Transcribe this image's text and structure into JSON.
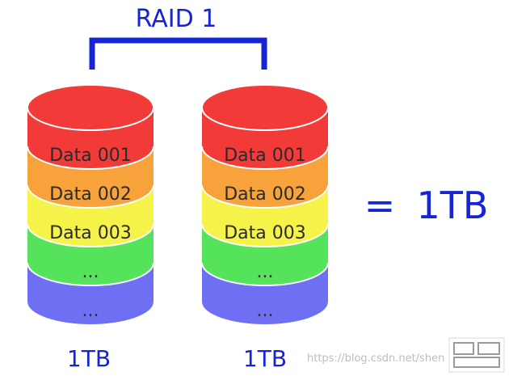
{
  "title": "RAID 1",
  "disks": [
    {
      "segments": [
        {
          "label": "Data 001",
          "color": "#f23b38"
        },
        {
          "label": "Data 002",
          "color": "#f7a23a"
        },
        {
          "label": "Data 003",
          "color": "#f5f24a"
        },
        {
          "label": "...",
          "color": "#55e35b"
        },
        {
          "label": "...",
          "color": "#6e6ff3"
        }
      ],
      "capacity": "1TB"
    },
    {
      "segments": [
        {
          "label": "Data 001",
          "color": "#f23b38"
        },
        {
          "label": "Data 002",
          "color": "#f7a23a"
        },
        {
          "label": "Data 003",
          "color": "#f5f24a"
        },
        {
          "label": "...",
          "color": "#55e35b"
        },
        {
          "label": "...",
          "color": "#6e6ff3"
        }
      ],
      "capacity": "1TB"
    }
  ],
  "equals_sign": "=",
  "result": "1TB",
  "watermark": "https://blog.csdn.net/shen",
  "colors": {
    "accent": "#1424d6",
    "top_cap": "#f23b38",
    "bottom_shadow": "#4a4bd0"
  }
}
